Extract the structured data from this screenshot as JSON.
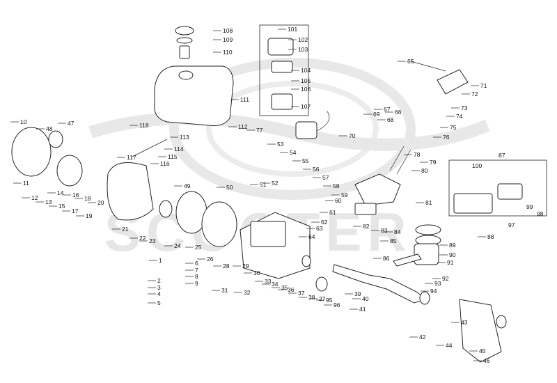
{
  "watermark": {
    "text": "SCOOTER",
    "color": "#e4e4e4"
  },
  "inset": {
    "label": "87",
    "sub_labels": [
      "100",
      "99",
      "98",
      "97"
    ]
  },
  "callouts": [
    {
      "label": "108"
    },
    {
      "label": "109"
    },
    {
      "label": "110"
    },
    {
      "label": "111"
    },
    {
      "label": "112"
    },
    {
      "label": "113"
    },
    {
      "label": "114"
    },
    {
      "label": "115"
    },
    {
      "label": "116"
    },
    {
      "label": "117"
    },
    {
      "label": "118"
    },
    {
      "label": "101"
    },
    {
      "label": "102"
    },
    {
      "label": "103"
    },
    {
      "label": "104"
    },
    {
      "label": "105"
    },
    {
      "label": "106"
    },
    {
      "label": "107"
    },
    {
      "label": "77"
    },
    {
      "label": "53"
    },
    {
      "label": "54"
    },
    {
      "label": "55"
    },
    {
      "label": "56"
    },
    {
      "label": "57"
    },
    {
      "label": "58"
    },
    {
      "label": "59"
    },
    {
      "label": "60"
    },
    {
      "label": "61"
    },
    {
      "label": "62"
    },
    {
      "label": "63"
    },
    {
      "label": "64"
    },
    {
      "label": "65"
    },
    {
      "label": "71"
    },
    {
      "label": "72"
    },
    {
      "label": "73"
    },
    {
      "label": "74"
    },
    {
      "label": "75"
    },
    {
      "label": "76"
    },
    {
      "label": "66"
    },
    {
      "label": "67"
    },
    {
      "label": "68"
    },
    {
      "label": "69"
    },
    {
      "label": "70"
    },
    {
      "label": "78"
    },
    {
      "label": "79"
    },
    {
      "label": "80"
    },
    {
      "label": "81"
    },
    {
      "label": "82"
    },
    {
      "label": "83"
    },
    {
      "label": "84"
    },
    {
      "label": "85"
    },
    {
      "label": "86"
    },
    {
      "label": "88"
    },
    {
      "label": "89"
    },
    {
      "label": "90"
    },
    {
      "label": "91"
    },
    {
      "label": "92"
    },
    {
      "label": "93"
    },
    {
      "label": "94"
    },
    {
      "label": "10"
    },
    {
      "label": "11"
    },
    {
      "label": "12"
    },
    {
      "label": "13"
    },
    {
      "label": "14"
    },
    {
      "label": "15"
    },
    {
      "label": "16"
    },
    {
      "label": "17"
    },
    {
      "label": "18"
    },
    {
      "label": "19"
    },
    {
      "label": "20"
    },
    {
      "label": "21"
    },
    {
      "label": "22"
    },
    {
      "label": "23"
    },
    {
      "label": "24"
    },
    {
      "label": "25"
    },
    {
      "label": "26"
    },
    {
      "label": "27"
    },
    {
      "label": "28"
    },
    {
      "label": "29"
    },
    {
      "label": "30"
    },
    {
      "label": "31"
    },
    {
      "label": "32"
    },
    {
      "label": "33"
    },
    {
      "label": "34"
    },
    {
      "label": "35"
    },
    {
      "label": "36"
    },
    {
      "label": "37"
    },
    {
      "label": "38"
    },
    {
      "label": "39"
    },
    {
      "label": "40"
    },
    {
      "label": "41"
    },
    {
      "label": "42"
    },
    {
      "label": "43"
    },
    {
      "label": "44"
    },
    {
      "label": "45"
    },
    {
      "label": "46"
    },
    {
      "label": "47"
    },
    {
      "label": "48"
    },
    {
      "label": "49"
    },
    {
      "label": "50"
    },
    {
      "label": "51"
    },
    {
      "label": "52"
    },
    {
      "label": "1"
    },
    {
      "label": "2"
    },
    {
      "label": "3"
    },
    {
      "label": "4"
    },
    {
      "label": "5"
    },
    {
      "label": "6"
    },
    {
      "label": "7"
    },
    {
      "label": "8"
    },
    {
      "label": "9"
    },
    {
      "label": "95"
    },
    {
      "label": "96"
    }
  ]
}
